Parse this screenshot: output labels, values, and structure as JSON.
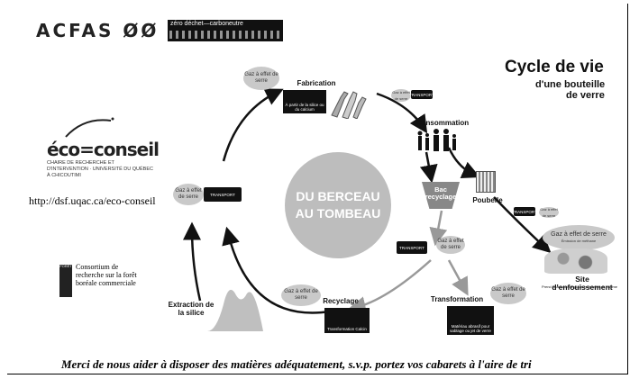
{
  "header": {
    "brand": "ACFAS ØØ",
    "tag": "zéro déchet—carboneutre"
  },
  "title": {
    "line1": "Cycle de vie",
    "line2": "d'une bouteille",
    "line3": "de verre"
  },
  "sponsor": {
    "logo_text": "éco=conseil",
    "logo_sub": "CHAIRE DE RECHERCHE ET D'INTERVENTION · UNIVERSITÉ DU QUÉBEC À CHICOUTIMI",
    "url": "http://dsf.uqac.ca/eco-conseil",
    "consortium_logo": "FORÊT",
    "consortium": "Consortium de recherche sur la forêt boréale commerciale"
  },
  "center": {
    "line1": "DU BERCEAU",
    "line2": "AU TOMBEAU"
  },
  "stages": {
    "fabrication": "Fabrication",
    "fabrication_note": "À partir de la silice ou du calcium",
    "consommation": "Consommation",
    "poubelle": "Poubelle",
    "bac": "Bac recyclage",
    "site": "Site d'enfouissement",
    "site_note": "Prend beaucoup de place en termes de volume",
    "transformation": "Transformation",
    "transformation_note": "Matériau abrasif pour sablage ou jet de verre",
    "recyclage": "Recyclage",
    "recyclage_note": "Transformation Calcin",
    "extraction": "Extraction de la silice"
  },
  "clouds": {
    "ges": "Gaz à effet de serre",
    "ges_large": "Gaz à effet de serre",
    "ges_large_note": "Émission de méthane"
  },
  "truck_label": "TRANSPORT",
  "footer": "Merci de nous aider à disposer des matières adéquatement, s.v.p. portez vos cabarets à l'aire de tri"
}
